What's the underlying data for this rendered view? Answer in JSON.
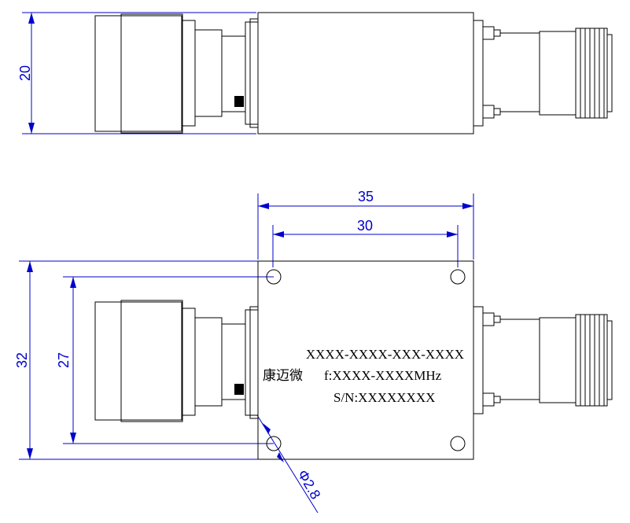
{
  "dimensions": {
    "side_height": "20",
    "total_length": "35",
    "hole_spacing_x": "30",
    "total_width": "32",
    "hole_spacing_y": "27",
    "hole_diameter": "Φ2.8"
  },
  "label": {
    "model": "XXXX-XXXX-XXX-XXXX",
    "brand": "康迈微",
    "freq": "f:XXXX-XXXXMHz",
    "serial": "S/N:XXXXXXXX"
  }
}
